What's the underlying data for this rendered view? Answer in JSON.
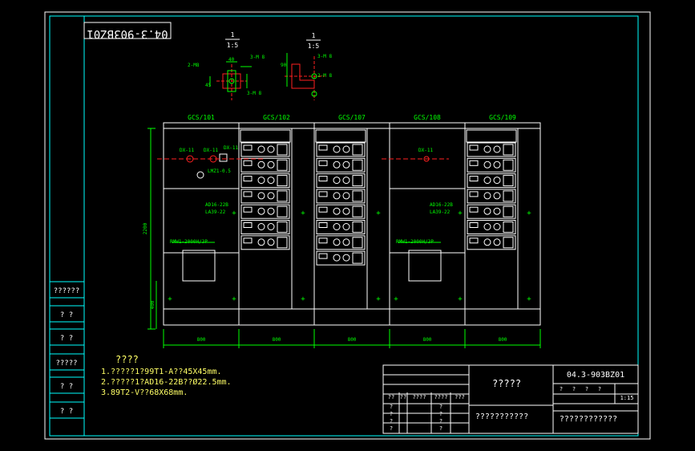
{
  "colors": {
    "background": "#000000",
    "frame": "#ffffff",
    "border": "#00ffff",
    "annotation": "#00ff00",
    "equipment": "#ffffff",
    "centerline": "#ff2020",
    "text": "#ffffff",
    "green_text": "#33ff33",
    "yellow_text": "#ffff66"
  },
  "drawing_number_mirrored": "04.3-903BZ01",
  "detail_views": [
    {
      "scale_num": "1",
      "scale_den": "1:5",
      "labels": [
        "2-M8",
        "40",
        "3-M 8",
        "45",
        "3-M 8"
      ]
    },
    {
      "scale_num": "1",
      "scale_den": "1:5",
      "labels": [
        "3-M 8",
        "90",
        "2-M 8"
      ]
    }
  ],
  "cabinets": [
    {
      "id": "GCS/101",
      "type": "incoming",
      "dim": "800"
    },
    {
      "id": "GCS/102",
      "type": "drawer",
      "dim": "800"
    },
    {
      "id": "GCS/107",
      "type": "drawer",
      "dim": "800"
    },
    {
      "id": "GCS/108",
      "type": "incoming",
      "dim": "800"
    },
    {
      "id": "GCS/109",
      "type": "drawer",
      "dim": "800"
    }
  ],
  "breaker_label": "RMW1-2000H/3P",
  "cabinet1_labels": [
    "DX-11",
    "DX-11",
    "DX-11",
    "LMZ1-0.5",
    "AD16-22B",
    "LA39-22"
  ],
  "cabinet4_labels": [
    "DX-11",
    "AD16-22B",
    "LA39-22"
  ],
  "height_dims": [
    "2200",
    "400"
  ],
  "notes": {
    "title": "????",
    "lines": [
      "1.?????1?99T1-A??45X45mm.",
      "2.?????1?AD16-22B??Ø22.5mm.",
      "3.89T2-V??68X68mm."
    ]
  },
  "left_revision_column": [
    "??????",
    "?  ?",
    "?  ?",
    "?????",
    "?  ?",
    "?  ?"
  ],
  "title_block": {
    "drawing_number": "04.3-903BZ01",
    "title": "?????",
    "company": "???????????",
    "scale_label": "1:15",
    "sheet_headers": [
      "?",
      "?",
      "?",
      "?"
    ],
    "center_text": "????????????",
    "left_headers": [
      "??",
      "??",
      "????",
      "????",
      "???"
    ],
    "left_rows": [
      "?",
      "?",
      "?",
      "?"
    ],
    "row_labels": [
      "?",
      "?",
      "?",
      "?"
    ]
  }
}
